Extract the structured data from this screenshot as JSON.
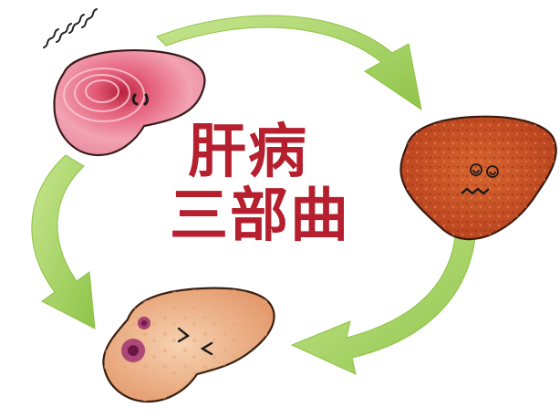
{
  "title": {
    "line1": "肝病",
    "line2": "三部曲"
  },
  "stages": [
    {
      "name": "inflamed-liver",
      "color": "#e8738a"
    },
    {
      "name": "cirrhotic-liver",
      "color": "#c8502b"
    },
    {
      "name": "cancerous-liver",
      "color": "#e9a47a"
    }
  ],
  "colors": {
    "arrow": "#a5d460",
    "arrow_dark": "#8cc243",
    "title": "#b51f2e"
  },
  "icons": [
    "inflamed-liver-icon",
    "cirrhotic-liver-icon",
    "cancerous-liver-icon",
    "cycle-arrow-icon",
    "fever-marks-icon"
  ]
}
